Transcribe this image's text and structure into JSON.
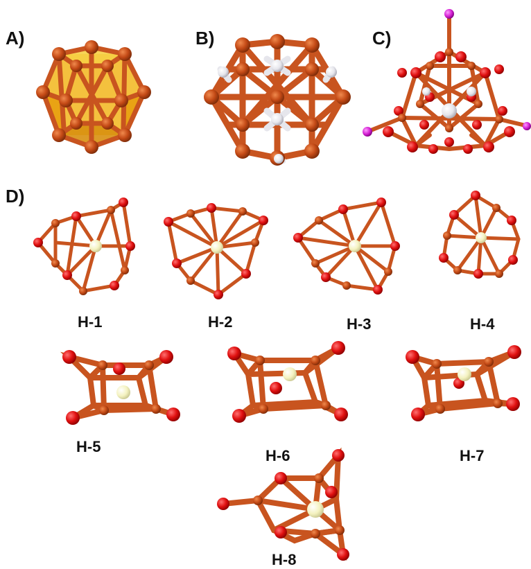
{
  "figure": {
    "panels": [
      {
        "id": "A",
        "label": "A)"
      },
      {
        "id": "B",
        "label": "B)"
      },
      {
        "id": "C",
        "label": "C)"
      },
      {
        "id": "D",
        "label": "D)"
      }
    ],
    "isomers": [
      {
        "id": "H1",
        "label": "H-1"
      },
      {
        "id": "H2",
        "label": "H-2"
      },
      {
        "id": "H3",
        "label": "H-3"
      },
      {
        "id": "H4",
        "label": "H-4"
      },
      {
        "id": "H5",
        "label": "H-5"
      },
      {
        "id": "H6",
        "label": "H-6"
      },
      {
        "id": "H7",
        "label": "H-7"
      },
      {
        "id": "H8",
        "label": "H-8"
      }
    ]
  },
  "colors": {
    "cu_bond": "#c8541f",
    "cu_atom": "#c44a16",
    "polyhedron_face": "#f2b61c",
    "hydride": "#e8e8ee",
    "hydride_center": "#f4f2b8",
    "oxygen": "#e01010",
    "halide": "#d21ed2"
  }
}
